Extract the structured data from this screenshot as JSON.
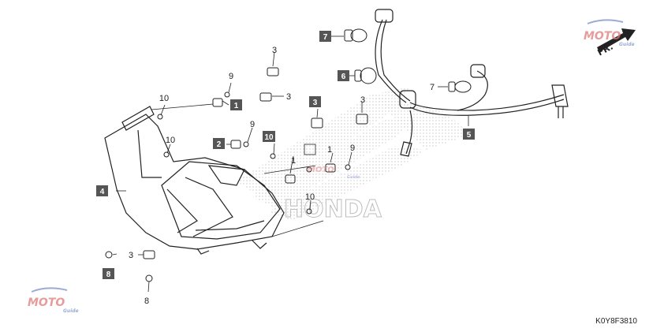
{
  "diagram_code": "K0Y8F3810",
  "direction_label": "FR.",
  "honda_text": "HONDA",
  "watermark": {
    "main": "MOTO",
    "sub": "Guide"
  },
  "callouts": {
    "c1a": "1",
    "c1b": "1",
    "c2": "2",
    "c3a": "3",
    "c3b": "3",
    "c3c": "3",
    "c3d": "3",
    "c3e": "3",
    "c4": "4",
    "c5": "5",
    "c6": "6",
    "c7a": "7",
    "c7b": "7",
    "c8a": "8",
    "c8b": "8",
    "c9a": "9",
    "c9b": "9",
    "c9c": "9",
    "c10a": "10",
    "c10b": "10",
    "c10c": "10",
    "c10d": "10"
  },
  "colors": {
    "box_fill": "#555555",
    "line": "#222222",
    "hatch": "#c8c8c8",
    "watermark_red": "#e07a7a",
    "watermark_blue": "#7a8fc8"
  }
}
